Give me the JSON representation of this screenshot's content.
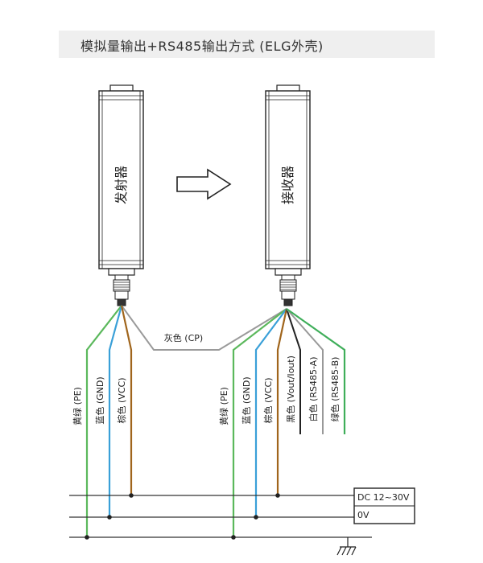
{
  "header": {
    "title": "模拟量输出+RS485输出方式 (ELG外壳)"
  },
  "emitter": {
    "label": "发射器"
  },
  "receiver": {
    "label": "接收器"
  },
  "shared_wire": {
    "label": "灰色 (CP)"
  },
  "emitter_wires": [
    {
      "label": "黄绿 (PE)",
      "color": "#5bb85c"
    },
    {
      "label": "蓝色 (GND)",
      "color": "#3aa0d8"
    },
    {
      "label": "棕色 (VCC)",
      "color": "#a0651c"
    }
  ],
  "receiver_wires": [
    {
      "label": "黄绿 (PE)",
      "color": "#5bb85c"
    },
    {
      "label": "蓝色 (GND)",
      "color": "#3aa0d8"
    },
    {
      "label": "棕色 (VCC)",
      "color": "#a0651c"
    },
    {
      "label": "黑色 (Vout/Iout)",
      "color": "#222222"
    },
    {
      "label": "白色 (RS485-A)",
      "color": "#999999"
    },
    {
      "label": "绿色 (RS485-B)",
      "color": "#3fae5a"
    }
  ],
  "power": {
    "dc_label": "DC 12~30V",
    "zero_label": "0V"
  },
  "colors": {
    "gray_wire": "#9a9a9a",
    "bus_line": "#333333",
    "header_bg": "#efefef"
  }
}
